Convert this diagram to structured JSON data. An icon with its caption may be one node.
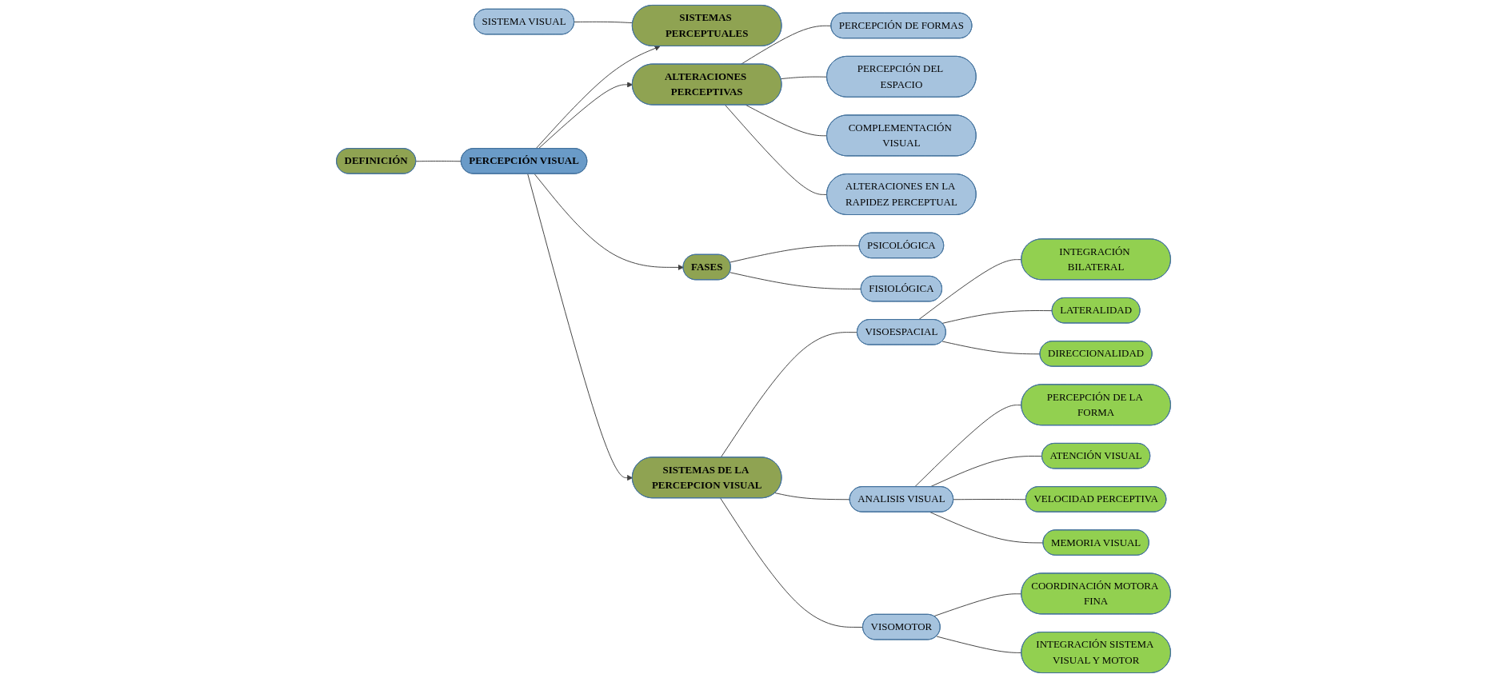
{
  "diagram": {
    "nodes": [
      {
        "text": [
          "SISTEMA VISUAL"
        ]
      },
      {
        "text": [
          "DEFINICIÓN"
        ]
      },
      {
        "text": [
          "SISTEMAS PERCEPTUALES"
        ]
      },
      {
        "text": [
          "PERCEPCIÓN DE FORMAS"
        ]
      },
      {
        "text": [
          "PERCEPCIÓN DEL ESPACIO"
        ]
      },
      {
        "text": [
          "ALTERACIONES PERCEPTIVAS"
        ]
      },
      {
        "text": [
          "PERCEPCIÓN VISUAL"
        ]
      },
      {
        "text": [
          "SISTEMAS DE LA PERCEPCION VISUAL"
        ]
      },
      {
        "text": [
          "COMPLEMENTACIÓN VISUAL"
        ]
      },
      {
        "text": [
          "ALTERACIONES EN LA RAPIDEZ PERCEPTUAL"
        ]
      },
      {
        "text": [
          "FASES"
        ]
      },
      {
        "text": [
          "PSICOLÓGICA"
        ]
      },
      {
        "text": [
          "FISIOLÓGICA"
        ]
      },
      {
        "text": [
          "VISOESPACIAL"
        ]
      },
      {
        "text": [
          "INTEGRACIÓN BILATERAL"
        ]
      },
      {
        "text": [
          "LATERALIDAD"
        ]
      },
      {
        "text": [
          "DIRECCIONALIDAD"
        ]
      },
      {
        "text": [
          "ANALISIS VISUAL"
        ]
      },
      {
        "text": [
          "PERCEPCIÓN DE LA FORMA"
        ]
      },
      {
        "text": [
          "ATENCIÓN VISUAL"
        ]
      },
      {
        "text": [
          "VELOCIDAD PERCEPTIVA"
        ]
      },
      {
        "text": [
          "MEMORIA VISUAL"
        ]
      },
      {
        "text": [
          "VISOMOTOR"
        ]
      },
      {
        "text": [
          "COORDINACIÓN MOTORA FINA"
        ]
      },
      {
        "text": [
          "INTEGRACIÓN SISTEMA VISUAL Y MOTOR"
        ]
      }
    ],
    "edges": [
      {
        "from": 6,
        "to": 5,
        "arrow": "to"
      },
      {
        "from": 6,
        "to": 7,
        "arrow": "to"
      },
      {
        "from": 6,
        "to": 10,
        "arrow": "to"
      },
      {
        "from": 6,
        "to": 2,
        "arrow": "to"
      },
      {
        "from": 1,
        "to": 6,
        "arrow": "none"
      },
      {
        "from": 0,
        "to": 2,
        "arrow": "none"
      },
      {
        "from": 5,
        "to": 3,
        "arrow": "none"
      },
      {
        "from": 5,
        "to": 4,
        "arrow": "none"
      },
      {
        "from": 5,
        "to": 8,
        "arrow": "none"
      },
      {
        "from": 5,
        "to": 9,
        "arrow": "none"
      },
      {
        "from": 10,
        "to": 11,
        "arrow": "none"
      },
      {
        "from": 10,
        "to": 12,
        "arrow": "none"
      },
      {
        "from": 7,
        "to": 13,
        "arrow": "none"
      },
      {
        "from": 7,
        "to": 17,
        "arrow": "none"
      },
      {
        "from": 7,
        "to": 22,
        "arrow": "none"
      },
      {
        "from": 13,
        "to": 14,
        "arrow": "none"
      },
      {
        "from": 13,
        "to": 15,
        "arrow": "none"
      },
      {
        "from": 13,
        "to": 16,
        "arrow": "none"
      },
      {
        "from": 17,
        "to": 18,
        "arrow": "none"
      },
      {
        "from": 17,
        "to": 19,
        "arrow": "none"
      },
      {
        "from": 17,
        "to": 20,
        "arrow": "none"
      },
      {
        "from": 17,
        "to": 21,
        "arrow": "none"
      },
      {
        "from": 22,
        "to": 23,
        "arrow": "none"
      },
      {
        "from": 22,
        "to": 24,
        "arrow": "none"
      }
    ]
  }
}
